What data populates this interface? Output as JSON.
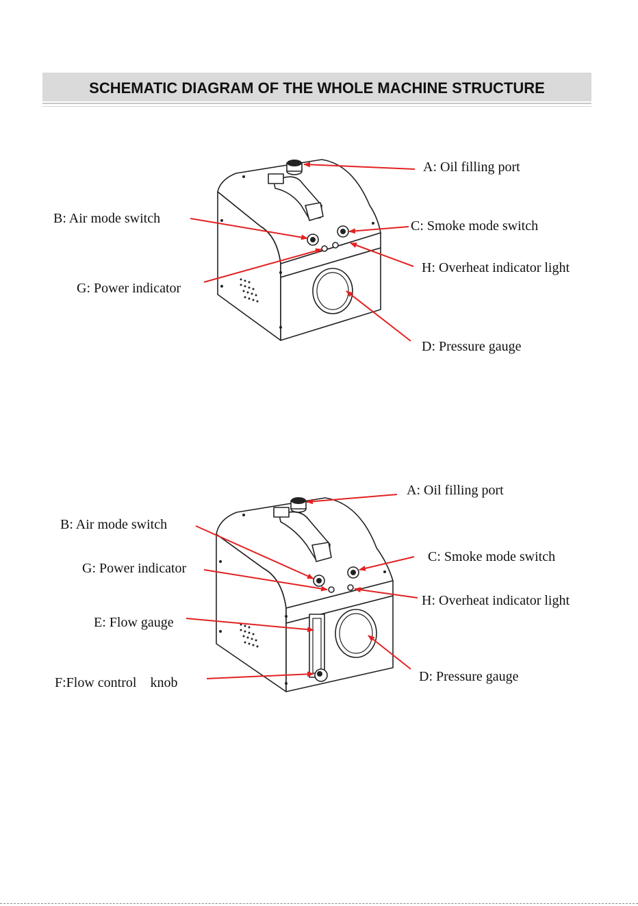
{
  "header": {
    "title": "SCHEMATIC DIAGRAM OF THE WHOLE MACHINE STRUCTURE"
  },
  "colors": {
    "arrow": "#e32121",
    "header_bg": "#dadada",
    "outline": "#222222"
  },
  "diagram1": {
    "labels": {
      "a": "A: Oil filling port",
      "b": "B: Air mode switch",
      "c": "C: Smoke mode switch",
      "h": "H: Overheat indicator light",
      "g": "G: Power indicator",
      "d": "D: Pressure gauge"
    }
  },
  "diagram2": {
    "labels": {
      "a": "A: Oil filling port",
      "b": "B: Air mode switch",
      "c": "C: Smoke mode switch",
      "g": "G: Power indicator",
      "h": "H: Overheat indicator light",
      "e": "E: Flow gauge",
      "f": "F:Flow control    knob",
      "d": "D: Pressure gauge"
    }
  }
}
